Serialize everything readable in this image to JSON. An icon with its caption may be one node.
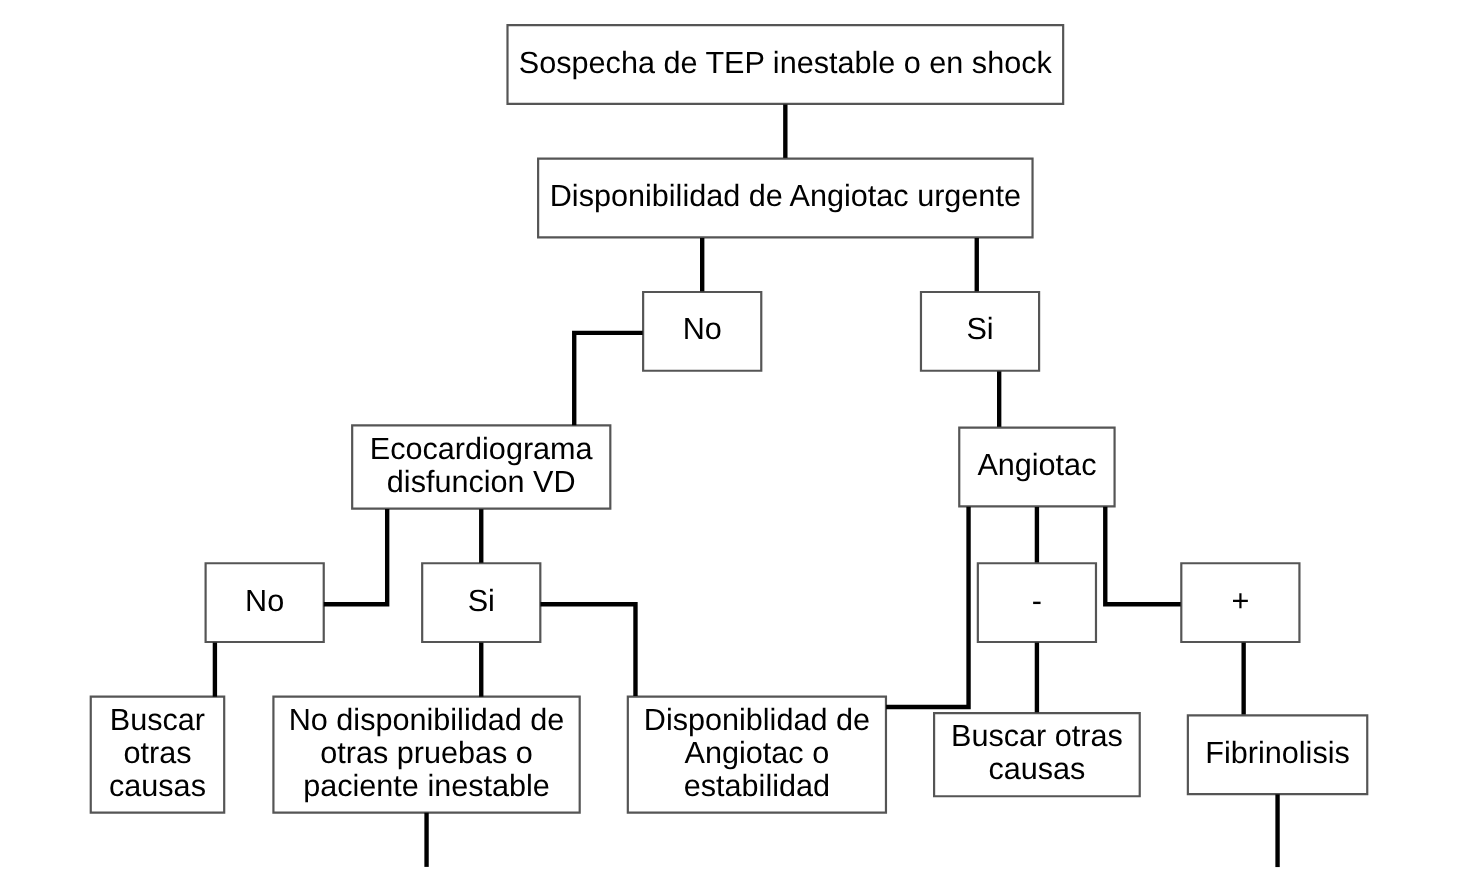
{
  "diagram": {
    "nodes": [
      {
        "text": [
          "Sospecha de TEP inestable o en shock"
        ]
      },
      {
        "text": [
          "Disponibilidad de Angiotac urgente"
        ]
      },
      {
        "text": [
          "No"
        ]
      },
      {
        "text": [
          "Si"
        ]
      },
      {
        "text": [
          "Ecocardiograma disfuncion VD"
        ]
      },
      {
        "text": [
          "Angiotac"
        ]
      },
      {
        "text": [
          "No"
        ]
      },
      {
        "text": [
          "Si"
        ]
      },
      {
        "text": [
          "-"
        ]
      },
      {
        "text": [
          "+"
        ]
      },
      {
        "text": [
          "Buscar otras causas"
        ]
      },
      {
        "text": [
          "No disponibilidad de otras pruebas o paciente inestable"
        ]
      },
      {
        "text": [
          "Disponiblidad de Angiotac o estabilidad"
        ]
      },
      {
        "text": [
          "Buscar otras causas"
        ]
      },
      {
        "text": [
          "Fibrinolisis"
        ]
      }
    ],
    "edges": [
      {
        "from": 0,
        "to": 1,
        "arrow": "none"
      },
      {
        "from": 1,
        "to": 2,
        "arrow": "none"
      },
      {
        "from": 1,
        "to": 3,
        "arrow": "none"
      },
      {
        "from": 2,
        "to": 4,
        "arrow": "none"
      },
      {
        "from": 3,
        "to": 5,
        "arrow": "none"
      },
      {
        "from": 4,
        "to": 6,
        "arrow": "none"
      },
      {
        "from": 4,
        "to": 7,
        "arrow": "none"
      },
      {
        "from": 6,
        "to": 10,
        "arrow": "none"
      },
      {
        "from": 7,
        "to": 11,
        "arrow": "none"
      },
      {
        "from": 7,
        "to": 12,
        "arrow": "none"
      },
      {
        "from": 12,
        "to": 5,
        "arrow": "none"
      },
      {
        "from": 5,
        "to": 8,
        "arrow": "none"
      },
      {
        "from": 5,
        "to": 9,
        "arrow": "none"
      },
      {
        "from": 8,
        "to": 13,
        "arrow": "none"
      },
      {
        "from": 9,
        "to": 14,
        "arrow": "none"
      },
      {
        "from": 11,
        "to": null,
        "arrow": "none"
      },
      {
        "from": 14,
        "to": null,
        "arrow": "none"
      }
    ]
  }
}
